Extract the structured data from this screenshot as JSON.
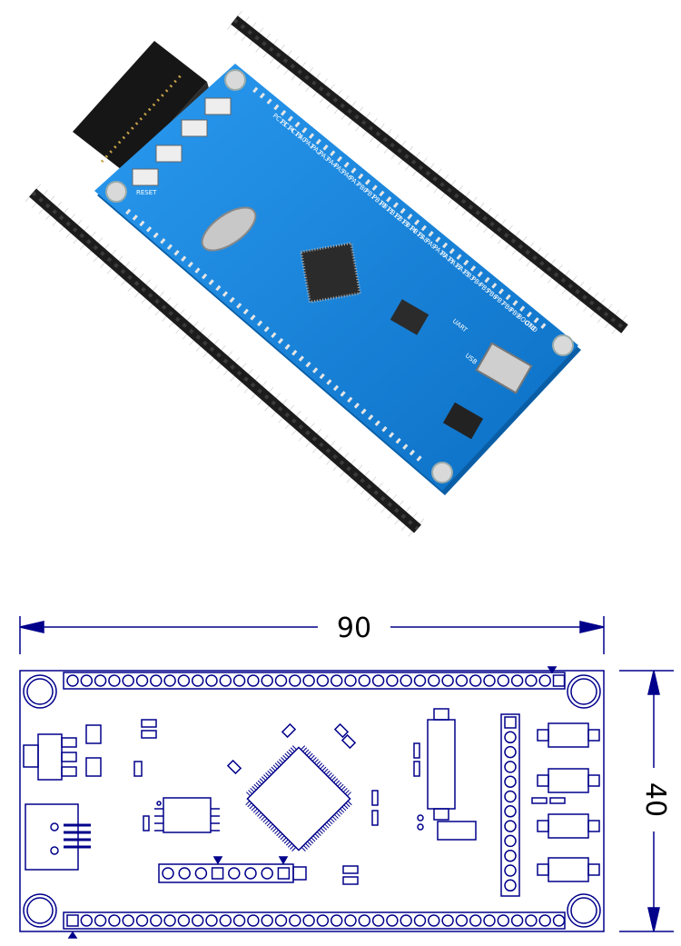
{
  "photo": {
    "board_color": "#1a8be0",
    "pin_color": "#222222",
    "gold_color": "#c9a34a",
    "silkscreen": {
      "reset_label": "RESET",
      "uart_label": "UART",
      "usb_label": "USB",
      "pin_labels": [
        "PC13",
        "PC14",
        "PC15",
        "PA0",
        "PA1",
        "PA2",
        "PA3",
        "PA4",
        "PA5",
        "PA6",
        "PA7",
        "PB0",
        "PB1",
        "PB10",
        "PB11",
        "PB12",
        "PB13",
        "PB14",
        "PB15",
        "PA8",
        "PA9",
        "PA10",
        "PA11",
        "PA12",
        "PA15",
        "PB3",
        "PB4",
        "PB5",
        "PB6",
        "PB7",
        "PB8",
        "PB9",
        "BOOT0",
        "GND"
      ]
    }
  },
  "drawing": {
    "line_color": "#00008b",
    "width_dimension": "90",
    "height_dimension": "40"
  }
}
